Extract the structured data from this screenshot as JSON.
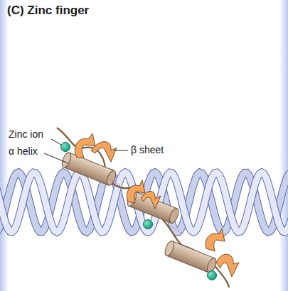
{
  "diagram": {
    "title": "(C) Zinc finger",
    "labels": [
      "Zinc ion",
      "β sheet",
      "α helix"
    ]
  }
}
